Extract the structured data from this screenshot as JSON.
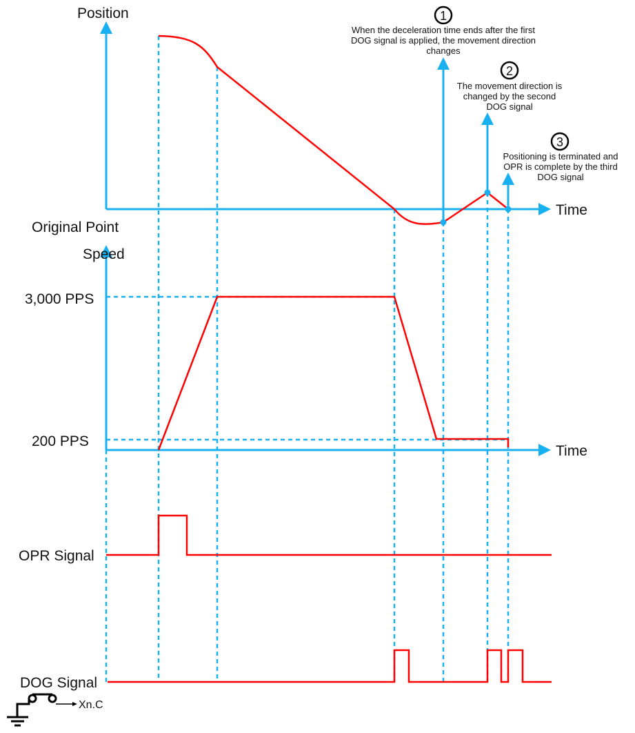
{
  "position_chart": {
    "y_axis_label": "Position",
    "x_axis_label": "Time",
    "origin_label": "Original Point"
  },
  "speed_chart": {
    "y_axis_label": "Speed",
    "x_axis_label": "Time",
    "high_speed_label": "3,000 PPS",
    "creep_speed_label": "200 PPS"
  },
  "signals": {
    "opr_label": "OPR Signal",
    "dog_label": "DOG Signal",
    "switch_output_label": "Xn.C"
  },
  "annotations": [
    {
      "number": "1",
      "lines": [
        "When the deceleration time ends after the first",
        "DOG signal is applied, the movement direction",
        "changes"
      ]
    },
    {
      "number": "2",
      "lines": [
        "The movement direction is",
        "changed by the second",
        "DOG signal"
      ]
    },
    {
      "number": "3",
      "lines": [
        "Positioning is terminated and",
        "OPR is complete by the third",
        "DOG signal"
      ]
    }
  ],
  "colors": {
    "axis": "#18b0f0",
    "signal": "#ff0000"
  }
}
